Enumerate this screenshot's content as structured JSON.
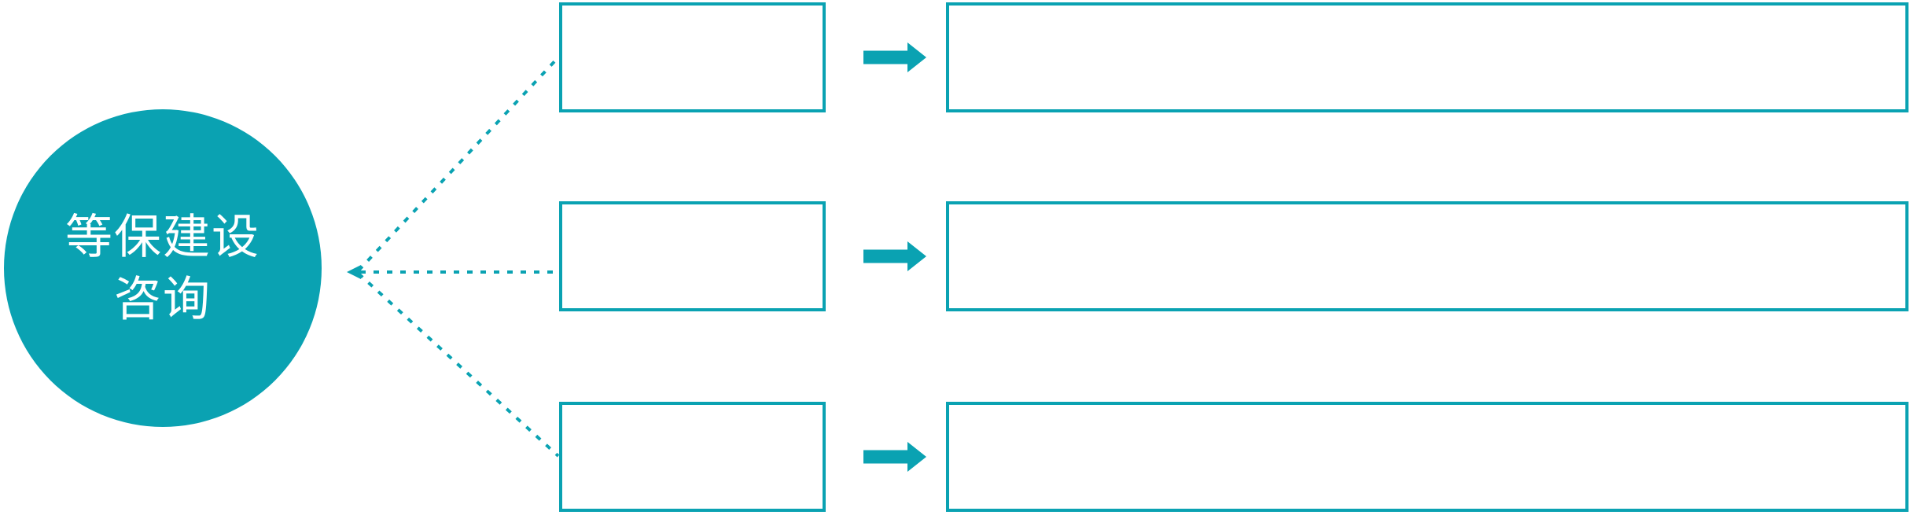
{
  "diagram": {
    "center_node": {
      "label_line1": "等保建设",
      "label_line2": "咨询"
    },
    "rows": [
      {
        "box_label": "",
        "description": ""
      },
      {
        "box_label": "",
        "description": ""
      },
      {
        "box_label": "",
        "description": ""
      }
    ],
    "icons": {
      "row_arrow": "right-block-arrow-icon",
      "connector": "dashed-fan-connector",
      "connector_tip": "left-arrowhead"
    },
    "colors": {
      "accent_teal": "#0aa2b2",
      "box_fill": "#ffffff",
      "circle_text": "#ffffff",
      "background": "#ffffff"
    }
  }
}
